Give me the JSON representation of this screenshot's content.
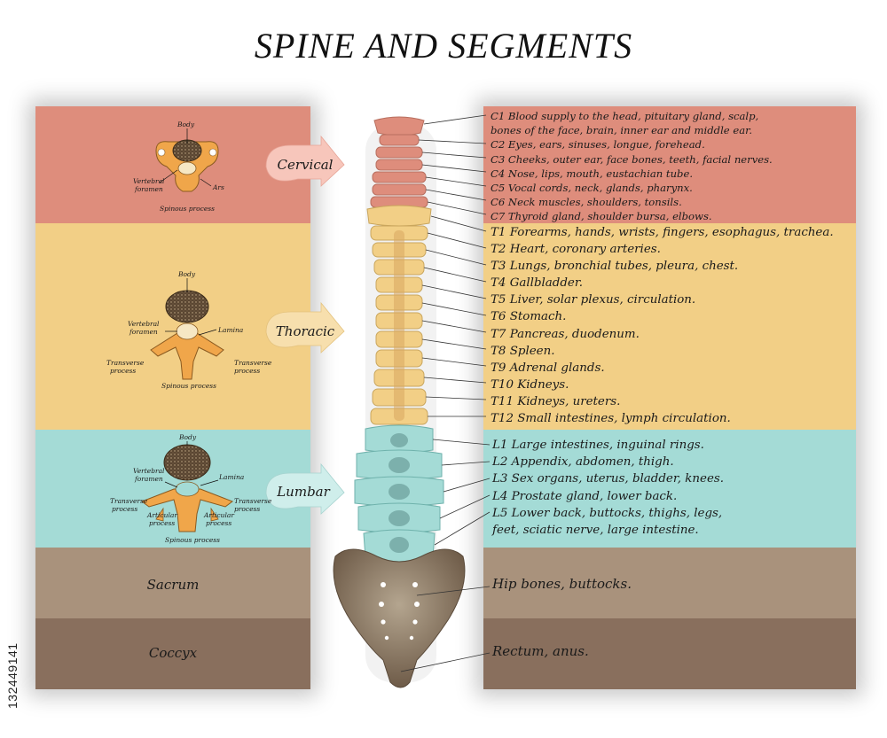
{
  "title": "SPINE AND SEGMENTS",
  "colors": {
    "cervical": "#de8d7c",
    "thoracic": "#f2cf86",
    "lumbar": "#a4dbd6",
    "sacrum": "#a9927c",
    "coccyx": "#896f5d"
  },
  "regions": {
    "cervical": "Cervical",
    "thoracic": "Thoracic",
    "lumbar": "Lumbar",
    "sacrum": "Sacrum",
    "coccyx": "Coccyx"
  },
  "anatomy": {
    "cervical": {
      "body": "Body",
      "vertebral_foramen_1": "Vertebral",
      "vertebral_foramen_2": "foramen",
      "ars": "Ars",
      "spinous": "Spinous process"
    },
    "thoracic": {
      "body": "Body",
      "vertebral_foramen_1": "Vertebral",
      "vertebral_foramen_2": "foramen",
      "lamina": "Lamina",
      "transverse_left_1": "Transverse",
      "transverse_left_2": "process",
      "transverse_right_1": "Transverse",
      "transverse_right_2": "process",
      "spinous": "Spinous process"
    },
    "lumbar": {
      "body": "Body",
      "vertebral_foramen_1": "Vertebral",
      "vertebral_foramen_2": "foramen",
      "lamina": "Lamina",
      "transverse_left_1": "Transverse",
      "transverse_left_2": "process",
      "transverse_right_1": "Transverse",
      "transverse_right_2": "process",
      "articular_left_1": "Articular",
      "articular_left_2": "process",
      "articular_right_1": "Articular",
      "articular_right_2": "process",
      "spinous": "Spinous process"
    }
  },
  "segments": {
    "cervical": [
      "C1  Blood supply to the head, pituitary gland, scalp,",
      "bones of the face, brain, inner ear and middle ear.",
      "C2  Eyes, ears, sinuses, longue, forehead.",
      "C3  Cheeks, outer ear, face bones, teeth, facial nerves.",
      "C4  Nose, lips, mouth, eustachian tube.",
      "C5  Vocal cords, neck, glands, pharynx.",
      "C6  Neck muscles, shoulders, tonsils.",
      "C7  Thyroid gland, shoulder bursa, elbows."
    ],
    "thoracic": [
      "T1  Forearms, hands, wrists, fingers, esophagus, trachea.",
      "T2  Heart, coronary arteries.",
      "T3  Lungs, bronchial tubes, pleura, chest.",
      "T4  Gallbladder.",
      "T5  Liver, solar plexus, circulation.",
      "T6  Stomach.",
      "T7  Pancreas, duodenum.",
      "T8  Spleen.",
      "T9  Adrenal glands.",
      "T10  Kidneys.",
      "T11  Kidneys, ureters.",
      "T12  Small intestines, lymph circulation."
    ],
    "lumbar": [
      "L1  Large intestines, inguinal rings.",
      "L2  Appendix, abdomen, thigh.",
      "L3 Sex organs, uterus, bladder, knees.",
      "L4  Prostate gland, lower back.",
      "L5  Lower back, buttocks, thighs, legs,",
      "feet, sciatic nerve, large intestine."
    ],
    "sacrum": "Hip bones, buttocks.",
    "coccyx": "Rectum, anus."
  },
  "watermark": "132449141"
}
